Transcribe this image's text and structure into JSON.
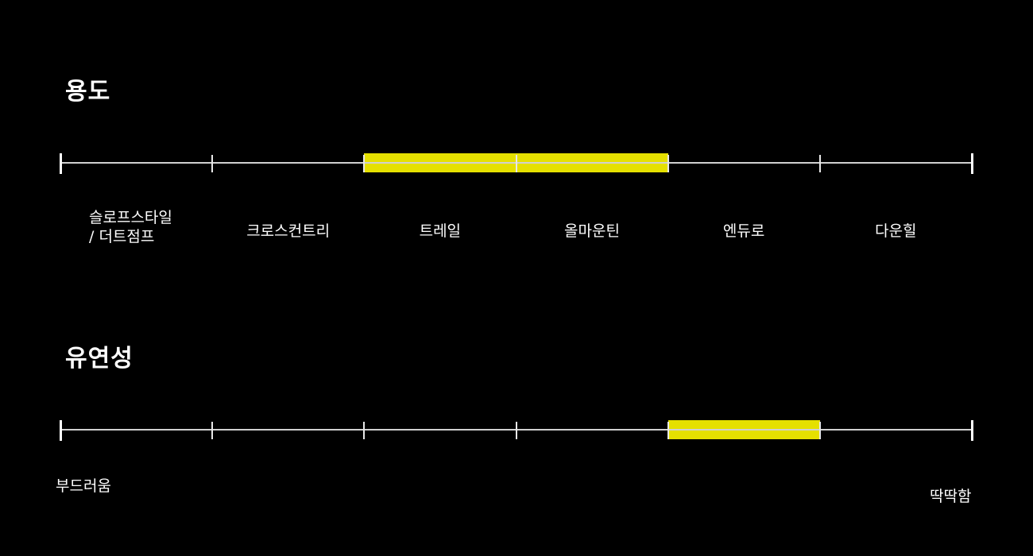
{
  "usage": {
    "title": "용도",
    "segments": 6,
    "highlight": {
      "from": 2,
      "to": 4
    },
    "labels": [
      "슬로프스타일\n/ 더트점프",
      "크로스컨트리",
      "트레일",
      "올마운틴",
      "엔듀로",
      "다운힐"
    ]
  },
  "flex": {
    "title": "유연성",
    "segments": 6,
    "highlight": {
      "from": 4,
      "to": 5
    },
    "min_label": "부드러움",
    "max_label": "딱딱함"
  },
  "colors": {
    "highlight": "#e5e000",
    "axis": "#d0d0d0",
    "background": "#000000"
  }
}
